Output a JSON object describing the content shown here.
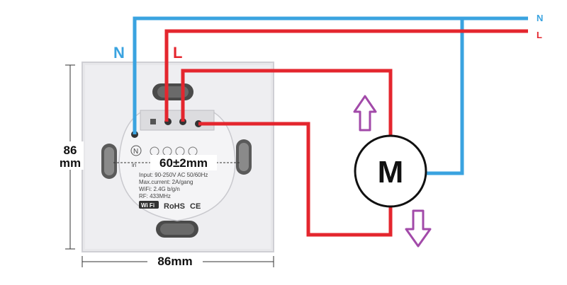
{
  "wires": {
    "neutral": {
      "label": "N",
      "color": "#3aa3e0"
    },
    "live": {
      "label": "L",
      "color": "#e4262e"
    }
  },
  "switch": {
    "terminal_mark": "N",
    "terminal_sub": "in",
    "spec_input": "Input: 90-250V AC 50/60Hz",
    "spec_current": "Max.current: 2A/gang",
    "spec_wifi": "WiFi: 2.4G b/g/n",
    "spec_rf": "RF: 433MHz",
    "wifi_logo": "Wi Fi",
    "rohs": "RoHS",
    "ce": "CE",
    "spacing": "60±2mm"
  },
  "dimensions": {
    "height_value": "86",
    "height_unit": "mm",
    "width": "86mm"
  },
  "motor": {
    "label": "M"
  },
  "colors": {
    "arrow": "#a24aa9",
    "plate": "#e9e9ec",
    "plate_edge": "#d0d0d4"
  }
}
